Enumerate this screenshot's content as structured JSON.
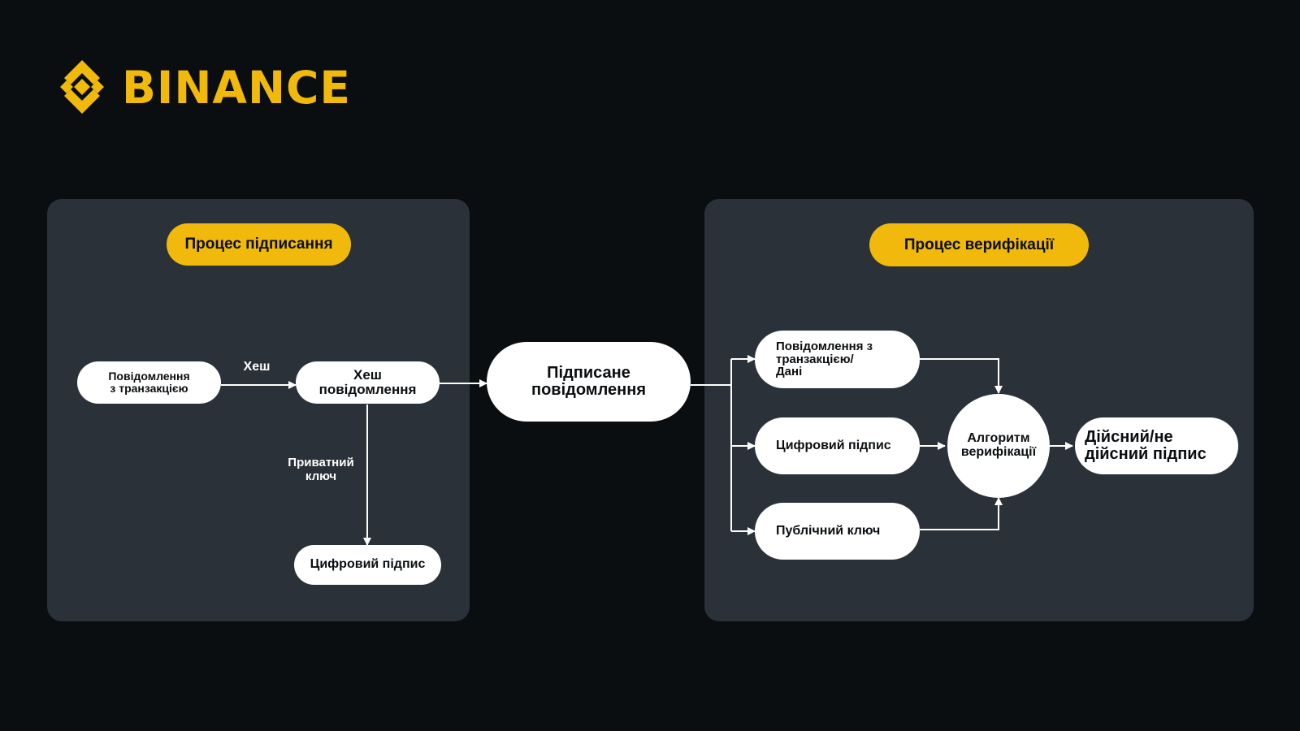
{
  "brand": {
    "logo_text": "BINANCE",
    "accent_color": "#F0B90B",
    "background_color": "#0B0E11",
    "panel_color": "#2B3139"
  },
  "signing": {
    "title": "Процес підписання",
    "message_node": "Повідомлення\nз транзакцією",
    "hash_label": "Хеш",
    "hash_node": "Хеш\nповідомлення",
    "private_key_label": "Приватний\nключ",
    "signature_node": "Цифровий підпис"
  },
  "signed_message": "Підписане\nповідомлення",
  "verification": {
    "title": "Процес верифікації",
    "message_data_node": "Повідомлення з\nтранзакцією/\nДані",
    "signature_node": "Цифровий підпис",
    "public_key_node": "Публічний ключ",
    "algorithm_node": "Алгоритм\nверифікації",
    "result_node": "Дійсний/не\nдійсний підпис"
  }
}
